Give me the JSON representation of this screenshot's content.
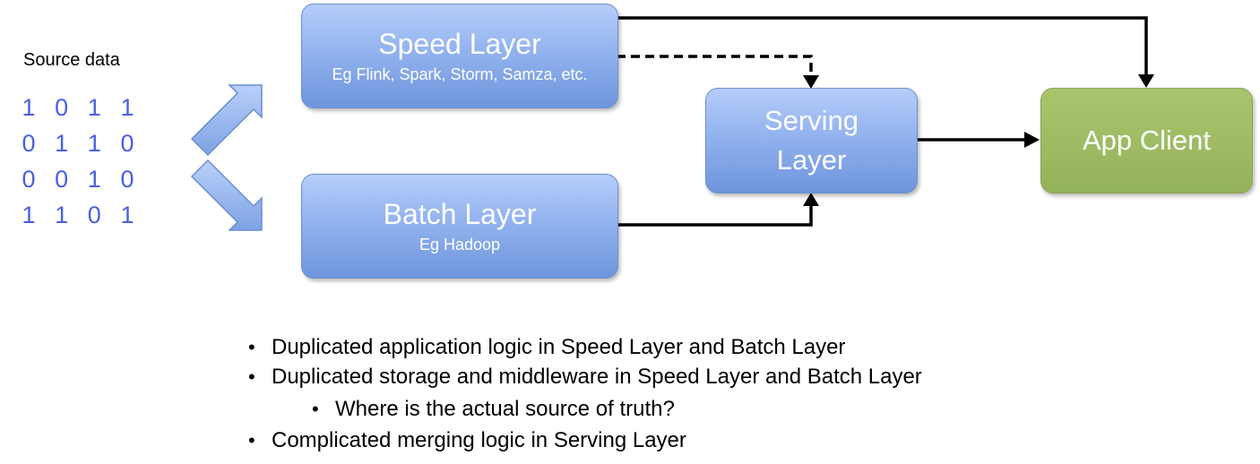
{
  "source": {
    "label": "Source data",
    "bits": [
      [
        "1",
        "0",
        "1",
        "1"
      ],
      [
        "0",
        "1",
        "1",
        "0"
      ],
      [
        "0",
        "0",
        "1",
        "0"
      ],
      [
        "1",
        "1",
        "0",
        "1"
      ]
    ]
  },
  "speed_layer": {
    "title": "Speed Layer",
    "subtitle": "Eg Flink, Spark, Storm, Samza, etc."
  },
  "batch_layer": {
    "title": "Batch Layer",
    "subtitle": "Eg Hadoop"
  },
  "serving_layer": {
    "title_line1": "Serving",
    "title_line2": "Layer"
  },
  "app_client": {
    "title": "App Client"
  },
  "bullets": [
    "Duplicated application logic in Speed Layer and Batch Layer",
    "Duplicated storage and middleware in Speed Layer and Batch Layer",
    "Where is the actual source of truth?",
    "Complicated merging logic in Serving Layer"
  ],
  "colors": {
    "box_blue": "#93b3ef",
    "box_green": "#9dba62",
    "bits_blue": "#4a5fe0"
  }
}
